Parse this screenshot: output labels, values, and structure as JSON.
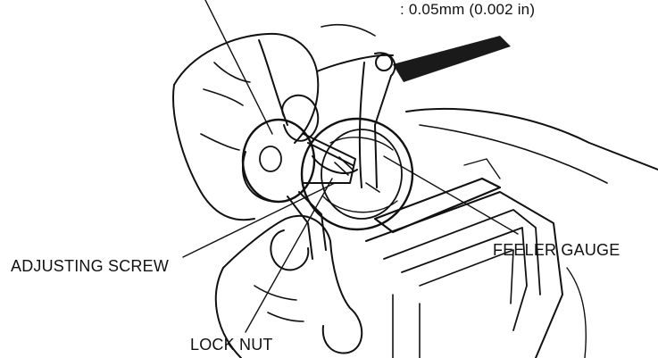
{
  "labels": {
    "clearance_spec": ": 0.05mm (0.002 in)",
    "feeler_gauge": "FEELER GAUGE",
    "adjusting_screw": "ADJUSTING SCREW",
    "lock_nut": "LOCK NUT",
    "top_cut_label": ""
  },
  "colors": {
    "ink": "#111111",
    "background": "#ffffff",
    "gauge_blade": "#1a1a1a"
  }
}
